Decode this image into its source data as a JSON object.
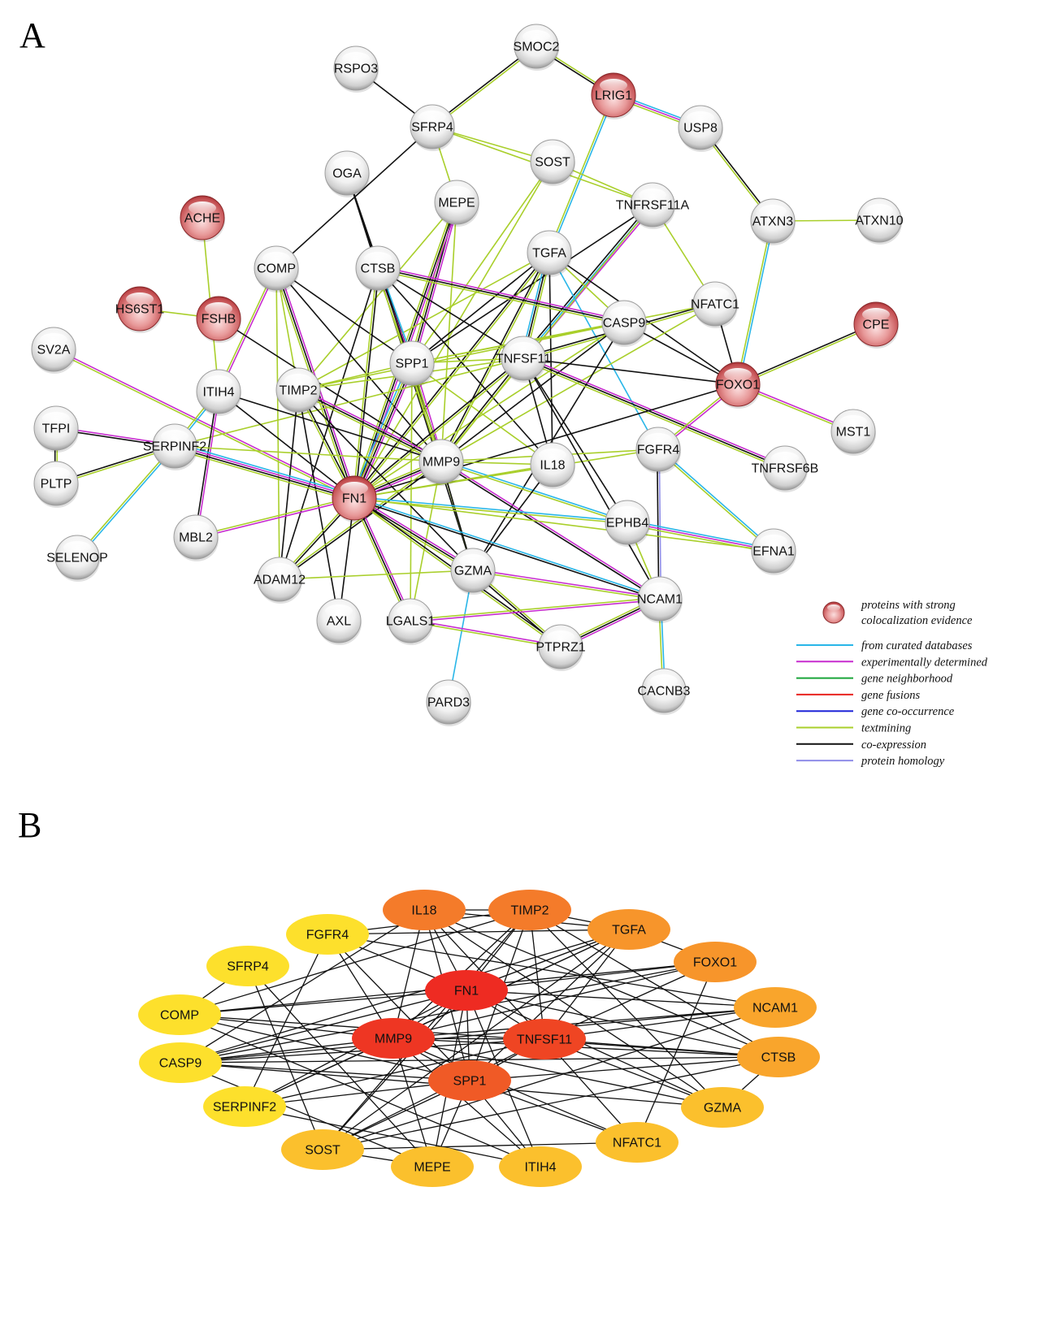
{
  "panel_a": {
    "label": "A",
    "nodes": [
      {
        "id": "SMOC2",
        "red": false
      },
      {
        "id": "RSPO3",
        "red": false
      },
      {
        "id": "LRIG1",
        "red": true
      },
      {
        "id": "SFRP4",
        "red": false
      },
      {
        "id": "USP8",
        "red": false
      },
      {
        "id": "OGA",
        "red": false
      },
      {
        "id": "SOST",
        "red": false
      },
      {
        "id": "MEPE",
        "red": false
      },
      {
        "id": "TNFRSF11A",
        "red": false
      },
      {
        "id": "ACHE",
        "red": true
      },
      {
        "id": "ATXN3",
        "red": false
      },
      {
        "id": "ATXN10",
        "red": false
      },
      {
        "id": "TGFA",
        "red": false
      },
      {
        "id": "COMP",
        "red": false
      },
      {
        "id": "CTSB",
        "red": false
      },
      {
        "id": "HS6ST1",
        "red": true
      },
      {
        "id": "FSHB",
        "red": true
      },
      {
        "id": "NFATC1",
        "red": false
      },
      {
        "id": "CPE",
        "red": true
      },
      {
        "id": "CASP9",
        "red": false
      },
      {
        "id": "SV2A",
        "red": false
      },
      {
        "id": "SPP1",
        "red": false
      },
      {
        "id": "TNFSF11",
        "red": false
      },
      {
        "id": "FOXO1",
        "red": true
      },
      {
        "id": "ITIH4",
        "red": false
      },
      {
        "id": "TIMP2",
        "red": false
      },
      {
        "id": "TFPI",
        "red": false
      },
      {
        "id": "MST1",
        "red": false
      },
      {
        "id": "SERPINF2",
        "red": false
      },
      {
        "id": "FGFR4",
        "red": false
      },
      {
        "id": "MMP9",
        "red": false
      },
      {
        "id": "IL18",
        "red": false
      },
      {
        "id": "TNFRSF6B",
        "red": false
      },
      {
        "id": "PLTP",
        "red": false
      },
      {
        "id": "FN1",
        "red": true
      },
      {
        "id": "EPHB4",
        "red": false
      },
      {
        "id": "MBL2",
        "red": false
      },
      {
        "id": "EFNA1",
        "red": false
      },
      {
        "id": "SELENOP",
        "red": false
      },
      {
        "id": "GZMA",
        "red": false
      },
      {
        "id": "ADAM12",
        "red": false
      },
      {
        "id": "NCAM1",
        "red": false
      },
      {
        "id": "AXL",
        "red": false
      },
      {
        "id": "LGALS1",
        "red": false
      },
      {
        "id": "PTPRZ1",
        "red": false
      },
      {
        "id": "PARD3",
        "red": false
      },
      {
        "id": "CACNB3",
        "red": false
      }
    ],
    "edges": [
      [
        "SMOC2",
        "SFRP4",
        "gk"
      ],
      [
        "SMOC2",
        "LRIG1",
        "gk"
      ],
      [
        "RSPO3",
        "SFRP4",
        "k"
      ],
      [
        "LRIG1",
        "USP8",
        "bmg"
      ],
      [
        "LRIG1",
        "TGFA",
        "bg"
      ],
      [
        "USP8",
        "ATXN3",
        "kg"
      ],
      [
        "ATXN3",
        "ATXN10",
        "g"
      ],
      [
        "ATXN3",
        "FOXO1",
        "bg"
      ],
      [
        "SFRP4",
        "COMP",
        "k"
      ],
      [
        "SFRP4",
        "MEPE",
        "g"
      ],
      [
        "SFRP4",
        "SOST",
        "g"
      ],
      [
        "SFRP4",
        "TNFRSF11A",
        "g"
      ],
      [
        "OGA",
        "CTSB",
        "k"
      ],
      [
        "OGA",
        "SPP1",
        "k"
      ],
      [
        "OGA",
        "GZMA",
        "k"
      ],
      [
        "SOST",
        "TNFRSF11A",
        "g"
      ],
      [
        "SOST",
        "FN1",
        "g"
      ],
      [
        "SOST",
        "SPP1",
        "g"
      ],
      [
        "MEPE",
        "SPP1",
        "mkg"
      ],
      [
        "MEPE",
        "FN1",
        "mkg"
      ],
      [
        "MEPE",
        "MMP9",
        "g"
      ],
      [
        "MEPE",
        "TIMP2",
        "g"
      ],
      [
        "TNFRSF11A",
        "TNFSF11",
        "mbk"
      ],
      [
        "TNFRSF11A",
        "NFATC1",
        "g"
      ],
      [
        "TNFRSF11A",
        "MMP9",
        "g"
      ],
      [
        "TNFRSF11A",
        "SPP1",
        "k"
      ],
      [
        "ACHE",
        "ITIH4",
        "g"
      ],
      [
        "TGFA",
        "FOXO1",
        "k"
      ],
      [
        "TGFA",
        "FGFR4",
        "b"
      ],
      [
        "TGFA",
        "MMP9",
        "gk"
      ],
      [
        "TGFA",
        "SPP1",
        "k"
      ],
      [
        "TGFA",
        "FN1",
        "gk"
      ],
      [
        "TGFA",
        "TIMP2",
        "g"
      ],
      [
        "TGFA",
        "IL18",
        "k"
      ],
      [
        "TGFA",
        "TNFSF11",
        "gkb"
      ],
      [
        "TGFA",
        "CASP9",
        "g"
      ],
      [
        "COMP",
        "FN1",
        "mkg"
      ],
      [
        "COMP",
        "SPP1",
        "k"
      ],
      [
        "COMP",
        "MMP9",
        "k"
      ],
      [
        "COMP",
        "ITIH4",
        "mg"
      ],
      [
        "COMP",
        "TIMP2",
        "g"
      ],
      [
        "COMP",
        "ADAM12",
        "g"
      ],
      [
        "CTSB",
        "SPP1",
        "bmg"
      ],
      [
        "CTSB",
        "MMP9",
        "kg"
      ],
      [
        "CTSB",
        "FN1",
        "kg"
      ],
      [
        "CTSB",
        "CASP9",
        "mkg"
      ],
      [
        "CTSB",
        "IL18",
        "k"
      ],
      [
        "CTSB",
        "TNFSF11",
        "k"
      ],
      [
        "CTSB",
        "ADAM12",
        "k"
      ],
      [
        "HS6ST1",
        "FSHB",
        "g"
      ],
      [
        "FSHB",
        "MMP9",
        "k"
      ],
      [
        "NFATC1",
        "TNFSF11",
        "gk"
      ],
      [
        "NFATC1",
        "FOXO1",
        "k"
      ],
      [
        "NFATC1",
        "SPP1",
        "g"
      ],
      [
        "NFATC1",
        "MMP9",
        "g"
      ],
      [
        "CPE",
        "FOXO1",
        "gk"
      ],
      [
        "CASP9",
        "FOXO1",
        "k"
      ],
      [
        "CASP9",
        "MMP9",
        "k"
      ],
      [
        "CASP9",
        "SPP1",
        "g"
      ],
      [
        "CASP9",
        "FN1",
        "g"
      ],
      [
        "CASP9",
        "TIMP2",
        "g"
      ],
      [
        "CASP9",
        "GZMA",
        "k"
      ],
      [
        "SV2A",
        "FN1",
        "mg"
      ],
      [
        "SPP1",
        "MMP9",
        "mkg"
      ],
      [
        "SPP1",
        "FN1",
        "mkgb"
      ],
      [
        "SPP1",
        "TNFSF11",
        "g"
      ],
      [
        "SPP1",
        "TIMP2",
        "g"
      ],
      [
        "SPP1",
        "IL18",
        "g"
      ],
      [
        "SPP1",
        "LGALS1",
        "g"
      ],
      [
        "SPP1",
        "GZMA",
        "g"
      ],
      [
        "TNFSF11",
        "FOXO1",
        "k"
      ],
      [
        "TNFSF11",
        "MMP9",
        "gk"
      ],
      [
        "TNFSF11",
        "FN1",
        "gk"
      ],
      [
        "TNFSF11",
        "TNFRSF6B",
        "mkg"
      ],
      [
        "TNFSF11",
        "IL18",
        "k"
      ],
      [
        "TNFSF11",
        "TIMP2",
        "g"
      ],
      [
        "TNFSF11",
        "EPHB4",
        "k"
      ],
      [
        "TNFSF11",
        "SERPINF2",
        "g"
      ],
      [
        "FOXO1",
        "MST1",
        "mg"
      ],
      [
        "FOXO1",
        "FN1",
        "k"
      ],
      [
        "FOXO1",
        "FGFR4",
        "mg"
      ],
      [
        "ITIH4",
        "SERPINF2",
        "bg"
      ],
      [
        "ITIH4",
        "MBL2",
        "mk"
      ],
      [
        "ITIH4",
        "FN1",
        "k"
      ],
      [
        "ITIH4",
        "MMP9",
        "k"
      ],
      [
        "TIMP2",
        "MMP9",
        "mkg"
      ],
      [
        "TIMP2",
        "FN1",
        "kg"
      ],
      [
        "TIMP2",
        "ADAM12",
        "k"
      ],
      [
        "TIMP2",
        "GZMA",
        "k"
      ],
      [
        "TIMP2",
        "AXL",
        "k"
      ],
      [
        "TFPI",
        "SERPINF2",
        "mk"
      ],
      [
        "TFPI",
        "PLTP",
        "gk"
      ],
      [
        "SERPINF2",
        "PLTP",
        "gk"
      ],
      [
        "SERPINF2",
        "FN1",
        "bmkg"
      ],
      [
        "SERPINF2",
        "SELENOP",
        "bg"
      ],
      [
        "SERPINF2",
        "MMP9",
        "g"
      ],
      [
        "FGFR4",
        "EFNA1",
        "bg"
      ],
      [
        "FGFR4",
        "NCAM1",
        "pk"
      ],
      [
        "FGFR4",
        "MMP9",
        "g"
      ],
      [
        "FGFR4",
        "FN1",
        "g"
      ],
      [
        "MMP9",
        "IL18",
        "g"
      ],
      [
        "MMP9",
        "FN1",
        "mkg"
      ],
      [
        "MMP9",
        "EPHB4",
        "bg"
      ],
      [
        "MMP9",
        "GZMA",
        "k"
      ],
      [
        "MMP9",
        "NCAM1",
        "mk"
      ],
      [
        "MMP9",
        "ADAM12",
        "kg"
      ],
      [
        "MMP9",
        "LGALS1",
        "g"
      ],
      [
        "IL18",
        "GZMA",
        "k"
      ],
      [
        "IL18",
        "FN1",
        "g"
      ],
      [
        "FN1",
        "MBL2",
        "mg"
      ],
      [
        "FN1",
        "EPHB4",
        "bg"
      ],
      [
        "FN1",
        "NCAM1",
        "bk"
      ],
      [
        "FN1",
        "GZMA",
        "mkg"
      ],
      [
        "FN1",
        "ADAM12",
        "kg"
      ],
      [
        "FN1",
        "AXL",
        "k"
      ],
      [
        "FN1",
        "LGALS1",
        "mkg"
      ],
      [
        "FN1",
        "PTPRZ1",
        "kg"
      ],
      [
        "FN1",
        "EFNA1",
        "g"
      ],
      [
        "EPHB4",
        "EFNA1",
        "bmg"
      ],
      [
        "EPHB4",
        "NCAM1",
        "g"
      ],
      [
        "GZMA",
        "NCAM1",
        "mg"
      ],
      [
        "GZMA",
        "PARD3",
        "b"
      ],
      [
        "GZMA",
        "PTPRZ1",
        "gk"
      ],
      [
        "GZMA",
        "ADAM12",
        "g"
      ],
      [
        "NCAM1",
        "PTPRZ1",
        "mkg"
      ],
      [
        "NCAM1",
        "CACNB3",
        "bg"
      ],
      [
        "NCAM1",
        "LGALS1",
        "mg"
      ],
      [
        "NCAM1",
        "TNFSF11",
        "k"
      ],
      [
        "LGALS1",
        "PTPRZ1",
        "mg"
      ]
    ],
    "legend": {
      "node_text_line1": "proteins with strong",
      "node_text_line2": "colocalization evidence",
      "items": [
        {
          "label": "from curated databases",
          "color": "#29b6e8"
        },
        {
          "label": "experimentally determined",
          "color": "#c72ccf"
        },
        {
          "label": "gene neighborhood",
          "color": "#1aa53a"
        },
        {
          "label": "gene fusions",
          "color": "#e8231f"
        },
        {
          "label": "gene co-occurrence",
          "color": "#1e24d8"
        },
        {
          "label": "textmining",
          "color": "#a9cf2b"
        },
        {
          "label": "co-expression",
          "color": "#111111"
        },
        {
          "label": "protein homology",
          "color": "#8f8de8"
        }
      ]
    }
  },
  "panel_b": {
    "label": "B",
    "nodes": [
      {
        "id": "FN1",
        "fill": "#ee2b22"
      },
      {
        "id": "MMP9",
        "fill": "#ee3623"
      },
      {
        "id": "TNFSF11",
        "fill": "#ef4523"
      },
      {
        "id": "SPP1",
        "fill": "#f05a26"
      },
      {
        "id": "IL18",
        "fill": "#f47b2a"
      },
      {
        "id": "TIMP2",
        "fill": "#f47b2a"
      },
      {
        "id": "TGFA",
        "fill": "#f7952b"
      },
      {
        "id": "FOXO1",
        "fill": "#f7952b"
      },
      {
        "id": "NCAM1",
        "fill": "#f9a52c"
      },
      {
        "id": "CTSB",
        "fill": "#f9a52c"
      },
      {
        "id": "GZMA",
        "fill": "#fbc02d"
      },
      {
        "id": "NFATC1",
        "fill": "#fbc02d"
      },
      {
        "id": "ITIH4",
        "fill": "#fbc02d"
      },
      {
        "id": "MEPE",
        "fill": "#fbc02d"
      },
      {
        "id": "SOST",
        "fill": "#fbc02d"
      },
      {
        "id": "SERPINF2",
        "fill": "#fde02c"
      },
      {
        "id": "CASP9",
        "fill": "#fde02c"
      },
      {
        "id": "COMP",
        "fill": "#fde02c"
      },
      {
        "id": "SFRP4",
        "fill": "#fde02c"
      },
      {
        "id": "FGFR4",
        "fill": "#fde02c"
      }
    ],
    "edges": [
      [
        "FN1",
        "MMP9"
      ],
      [
        "FN1",
        "TNFSF11"
      ],
      [
        "FN1",
        "SPP1"
      ],
      [
        "FN1",
        "IL18"
      ],
      [
        "FN1",
        "TIMP2"
      ],
      [
        "FN1",
        "TGFA"
      ],
      [
        "FN1",
        "FOXO1"
      ],
      [
        "FN1",
        "NCAM1"
      ],
      [
        "FN1",
        "CTSB"
      ],
      [
        "FN1",
        "GZMA"
      ],
      [
        "FN1",
        "ITIH4"
      ],
      [
        "FN1",
        "MEPE"
      ],
      [
        "FN1",
        "SOST"
      ],
      [
        "FN1",
        "SERPINF2"
      ],
      [
        "FN1",
        "CASP9"
      ],
      [
        "FN1",
        "COMP"
      ],
      [
        "FN1",
        "FGFR4"
      ],
      [
        "MMP9",
        "TNFSF11"
      ],
      [
        "MMP9",
        "SPP1"
      ],
      [
        "MMP9",
        "IL18"
      ],
      [
        "MMP9",
        "TIMP2"
      ],
      [
        "MMP9",
        "TGFA"
      ],
      [
        "MMP9",
        "FOXO1"
      ],
      [
        "MMP9",
        "NCAM1"
      ],
      [
        "MMP9",
        "CTSB"
      ],
      [
        "MMP9",
        "GZMA"
      ],
      [
        "MMP9",
        "NFATC1"
      ],
      [
        "MMP9",
        "ITIH4"
      ],
      [
        "MMP9",
        "MEPE"
      ],
      [
        "MMP9",
        "COMP"
      ],
      [
        "MMP9",
        "CASP9"
      ],
      [
        "MMP9",
        "FGFR4"
      ],
      [
        "MMP9",
        "SERPINF2"
      ],
      [
        "TNFSF11",
        "SPP1"
      ],
      [
        "TNFSF11",
        "IL18"
      ],
      [
        "TNFSF11",
        "TIMP2"
      ],
      [
        "TNFSF11",
        "TGFA"
      ],
      [
        "TNFSF11",
        "FOXO1"
      ],
      [
        "TNFSF11",
        "CTSB"
      ],
      [
        "TNFSF11",
        "NFATC1"
      ],
      [
        "TNFSF11",
        "SOST"
      ],
      [
        "TNFSF11",
        "NCAM1"
      ],
      [
        "TNFSF11",
        "CASP9"
      ],
      [
        "TNFSF11",
        "SERPINF2"
      ],
      [
        "TNFSF11",
        "GZMA"
      ],
      [
        "SPP1",
        "IL18"
      ],
      [
        "SPP1",
        "TIMP2"
      ],
      [
        "SPP1",
        "TGFA"
      ],
      [
        "SPP1",
        "MEPE"
      ],
      [
        "SPP1",
        "SOST"
      ],
      [
        "SPP1",
        "CTSB"
      ],
      [
        "SPP1",
        "NFATC1"
      ],
      [
        "SPP1",
        "ITIH4"
      ],
      [
        "SPP1",
        "CASP9"
      ],
      [
        "SPP1",
        "COMP"
      ],
      [
        "SPP1",
        "SERPINF2"
      ],
      [
        "SPP1",
        "FGFR4"
      ],
      [
        "IL18",
        "TIMP2"
      ],
      [
        "IL18",
        "TGFA"
      ],
      [
        "IL18",
        "GZMA"
      ],
      [
        "IL18",
        "CTSB"
      ],
      [
        "IL18",
        "CASP9"
      ],
      [
        "TIMP2",
        "TGFA"
      ],
      [
        "TIMP2",
        "COMP"
      ],
      [
        "TIMP2",
        "SOST"
      ],
      [
        "TIMP2",
        "GZMA"
      ],
      [
        "TIMP2",
        "CTSB"
      ],
      [
        "TIMP2",
        "FGFR4"
      ],
      [
        "TGFA",
        "FOXO1"
      ],
      [
        "TGFA",
        "FGFR4"
      ],
      [
        "TGFA",
        "CASP9"
      ],
      [
        "TGFA",
        "SERPINF2"
      ],
      [
        "FOXO1",
        "CASP9"
      ],
      [
        "FOXO1",
        "NFATC1"
      ],
      [
        "FOXO1",
        "COMP"
      ],
      [
        "NCAM1",
        "FGFR4"
      ],
      [
        "NCAM1",
        "CASP9"
      ],
      [
        "NCAM1",
        "SOST"
      ],
      [
        "CTSB",
        "CASP9"
      ],
      [
        "CTSB",
        "COMP"
      ],
      [
        "CTSB",
        "GZMA"
      ],
      [
        "CTSB",
        "SOST"
      ],
      [
        "GZMA",
        "CASP9"
      ],
      [
        "NFATC1",
        "SOST"
      ],
      [
        "SFRP4",
        "COMP"
      ],
      [
        "SFRP4",
        "SOST"
      ],
      [
        "SFRP4",
        "MEPE"
      ],
      [
        "MEPE",
        "SOST"
      ],
      [
        "SERPINF2",
        "ITIH4"
      ],
      [
        "FGFR4",
        "SERPINF2"
      ],
      [
        "COMP",
        "ITIH4"
      ],
      [
        "SOST",
        "TGFA"
      ],
      [
        "MEPE",
        "CASP9"
      ]
    ]
  }
}
